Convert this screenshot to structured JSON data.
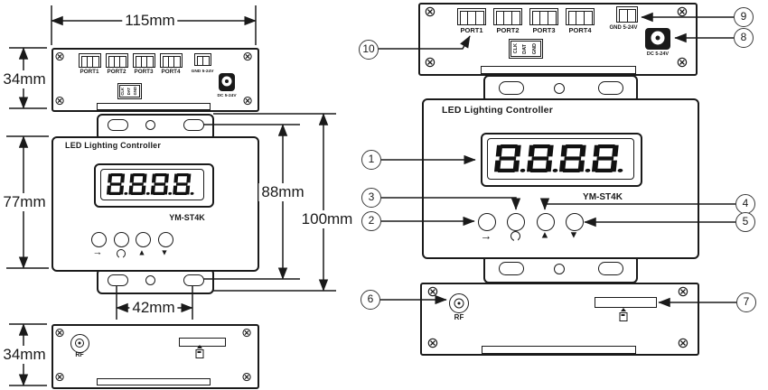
{
  "device": {
    "title": "LED Lighting Controller",
    "model": "YM-ST4K",
    "display_value": "8.8.8.8."
  },
  "dimensions": {
    "top_width": "115mm",
    "top_height": "34mm",
    "front_height": "77mm",
    "mount_hole_span_vertical": "88mm",
    "total_height": "100mm",
    "mount_hole_span_horizontal": "42mm",
    "bottom_height": "34mm"
  },
  "top_view": {
    "port_labels": [
      "PORT1",
      "PORT2",
      "PORT3",
      "PORT4"
    ],
    "power_terminal_label": "GND 5-24V",
    "dc_jack_label": "DC 5-24V",
    "signal_pins": [
      "CLK",
      "DAT",
      "GND"
    ]
  },
  "bottom_view": {
    "rf_label": "RF"
  },
  "callouts": [
    "1",
    "2",
    "3",
    "4",
    "5",
    "6",
    "7",
    "8",
    "9",
    "10"
  ],
  "icons": {
    "screw": "⊗",
    "arrow_right": "→",
    "up_triangle": "▲",
    "down_triangle": "▼"
  }
}
